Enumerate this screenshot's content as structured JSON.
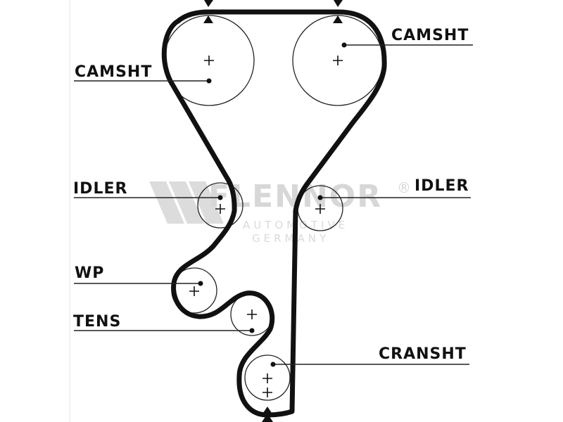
{
  "diagram": {
    "labels": {
      "camshaft_left": "CAMSHT",
      "camshaft_right": "CAMSHT",
      "idler_left": "IDLER",
      "idler_right": "IDLER",
      "water_pump": "WP",
      "tensioner": "TENS",
      "crankshaft": "CRANSHT"
    },
    "watermark": {
      "brand": "FLENNOR",
      "registered": "®",
      "line1": "AUTOMOTIVE",
      "line2": "GERMANY"
    },
    "colors": {
      "belt": "#111111",
      "watermark": "#d7d7d7",
      "background": "#ffffff"
    }
  }
}
